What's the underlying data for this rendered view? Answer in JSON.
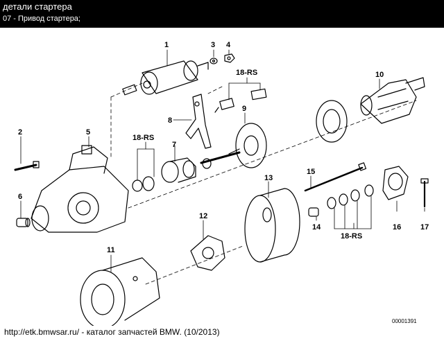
{
  "header": {
    "title": "детали стартера",
    "subtitle": "07 - Привод стартера;"
  },
  "callouts": {
    "c1": "1",
    "c2": "2",
    "c3": "3",
    "c4": "4",
    "c5": "5",
    "c6": "6",
    "c7": "7",
    "c8": "8",
    "c9": "9",
    "c10": "10",
    "c11": "11",
    "c12": "12",
    "c13": "13",
    "c14": "14",
    "c15": "15",
    "c16": "16",
    "c17": "17",
    "rs_a": "18-RS",
    "rs_b": "18-RS",
    "rs_c": "18-RS"
  },
  "drawing_code": "00001391",
  "footer": "http://etk.bmwsar.ru/ - каталог запчастей BMW. (10/2013)"
}
